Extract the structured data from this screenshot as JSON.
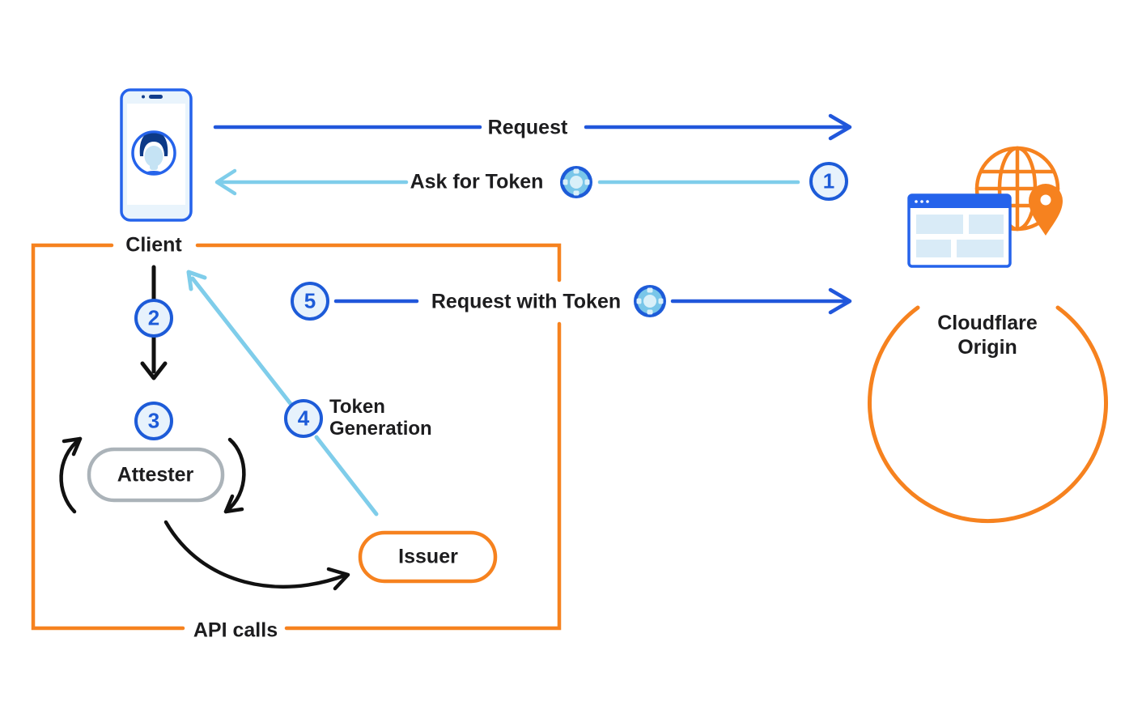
{
  "labels": {
    "client": "Client",
    "request": "Request",
    "ask_for_token": "Ask for Token",
    "request_with_token": "Request with Token",
    "token_generation_line1": "Token",
    "token_generation_line2": "Generation",
    "attester": "Attester",
    "issuer": "Issuer",
    "api_calls": "API calls",
    "cloudflare_origin_line1": "Cloudflare",
    "cloudflare_origin_line2": "Origin"
  },
  "steps": [
    "1",
    "2",
    "3",
    "4",
    "5"
  ],
  "icons": {
    "token": "token-icon",
    "client_device": "smartphone-user-icon",
    "origin": "globe-browser-location-icon"
  },
  "colors": {
    "orange": "#F6821F",
    "arrow_blue": "#2157DB",
    "light_blue": "#7FCDEA",
    "icon_blue": "#2563EB",
    "circle_fill": "#E7F2FC",
    "attester_gray": "#ABB3B9",
    "text": "#1D1D1F",
    "black": "#111111"
  }
}
